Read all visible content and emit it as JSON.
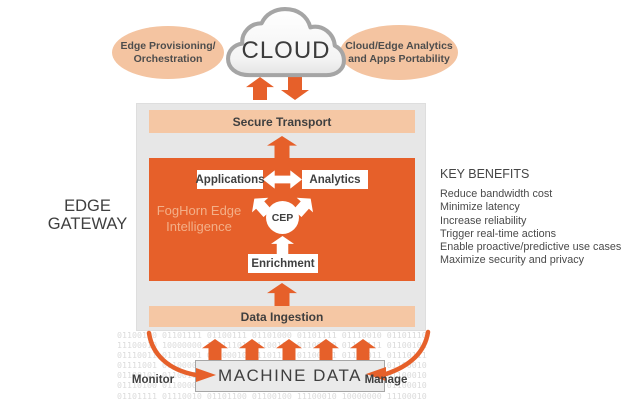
{
  "colors": {
    "orange": "#E6602A",
    "salmon": "#F5C7A4",
    "peach_text": "#F3AF88",
    "gateway_gray": "#E7E7E7",
    "machine_box_gray": "#EAEAEA",
    "dark_text": "#3F3F3F",
    "binary_gray": "#DBDBDB",
    "cloud_border": "#A5A5A5"
  },
  "cloud": {
    "label": "CLOUD"
  },
  "left_oval": {
    "line1": "Edge Provisioning/",
    "line2": "Orchestration"
  },
  "right_oval": {
    "line1": "Cloud/Edge Analytics",
    "line2": "and Apps Portability"
  },
  "edge_gateway": {
    "line1": "EDGE",
    "line2": "GATEWAY"
  },
  "gateway": {
    "secure_transport": "Secure Transport",
    "foghorn_line1": "FogHorn Edge",
    "foghorn_line2": "Intelligence",
    "applications": "Applications",
    "analytics": "Analytics",
    "cep": "CEP",
    "enrichment": "Enrichment",
    "data_ingestion": "Data Ingestion"
  },
  "key_benefits": {
    "title": "KEY BENEFITS",
    "items": [
      "Reduce bandwidth cost",
      "Minimize latency",
      "Increase reliability",
      "Trigger real-time actions",
      "Enable proactive/predictive use cases",
      "Maximize security and privacy"
    ]
  },
  "machine": {
    "label": "MACHINE DATA",
    "monitor": "Monitor",
    "manage": "Manage"
  },
  "binary_rows": [
    "01100110 01101111 01100111 01101000 01101111 01110010 01101110",
    "11100010 10000000 10011101 01100101 01100100 01100111 01100101",
    "01110011 01100001 01100010 01101100 01100101 01110011 01110111",
    "01111001 01100001 01101100 01100001 01100010 01100001 01100010",
    "01100101 01100100 01100111 01100101 01110110 01100001 01100010",
    "01110100 01100001 01101100 01101011 01110011 01100001 01100010",
    "01101111 01110010 01101100 01100100 11100010 10000000 11100010"
  ]
}
